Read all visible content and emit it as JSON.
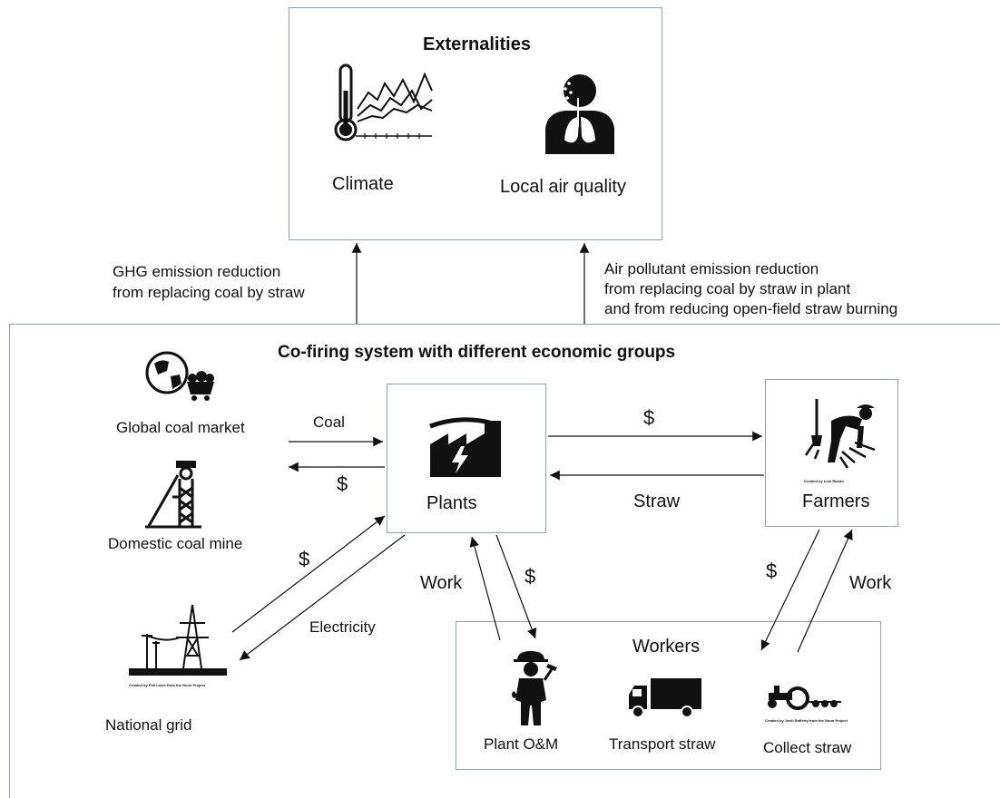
{
  "externalities": {
    "title": "Externalities",
    "climate_label": "Climate",
    "air_quality_label": "Local air quality"
  },
  "annotations": {
    "ghg_line1": "GHG emission reduction",
    "ghg_line2": "from replacing coal by straw",
    "air_line1": "Air pollutant emission reduction",
    "air_line2": "from replacing coal by straw in plant",
    "air_line3": "and from reducing open-field straw burning"
  },
  "system": {
    "title": "Co-firing system with different economic groups",
    "global_coal_market": "Global coal market",
    "domestic_coal_mine": "Domestic coal mine",
    "national_grid": "National grid",
    "plants": "Plants",
    "farmers": "Farmers",
    "workers_title": "Workers",
    "plant_om": "Plant O&M",
    "transport_straw": "Transport straw",
    "collect_straw": "Collect straw"
  },
  "flows": {
    "coal": "Coal",
    "dollar": "$",
    "straw": "Straw",
    "electricity": "Electricity",
    "work": "Work"
  },
  "icon_credits": {
    "grid": "Created by Phil Laver from the Noun Project",
    "farmer": "Created by Lulu Rando",
    "tractor": "Created by Jordi Rafferty from the Noun Project"
  },
  "icons": [
    "thermometer-chart-icon",
    "lungs-person-icon",
    "globe-coal-cart-icon",
    "mine-headframe-icon",
    "power-plant-icon",
    "farmer-icon",
    "transmission-tower-icon",
    "worker-icon",
    "truck-icon",
    "tractor-icon"
  ],
  "colors": {
    "box_border": "#8aa1b8",
    "ink": "#111111"
  }
}
